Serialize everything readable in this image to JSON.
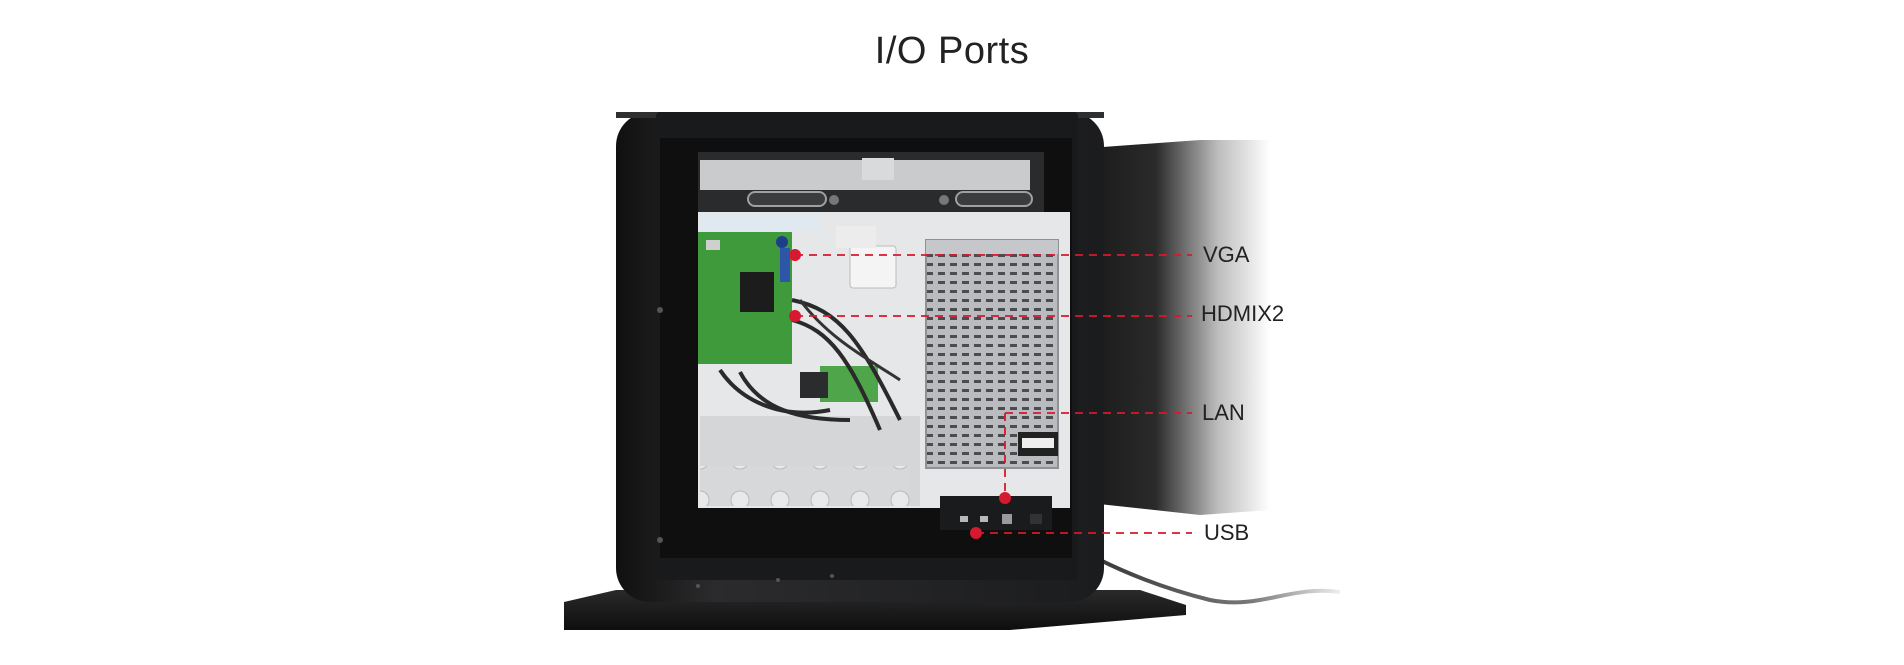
{
  "page": {
    "title": "I/O Ports"
  },
  "ports": [
    {
      "id": "vga",
      "label": "VGA"
    },
    {
      "id": "hdmi",
      "label": "HDMIX2"
    },
    {
      "id": "lan",
      "label": "LAN"
    },
    {
      "id": "usb",
      "label": "USB"
    }
  ],
  "colors": {
    "callout": "#d6192e",
    "frame": "#1e1f21",
    "pcb": "#3f9a3c",
    "background": "#ffffff"
  }
}
